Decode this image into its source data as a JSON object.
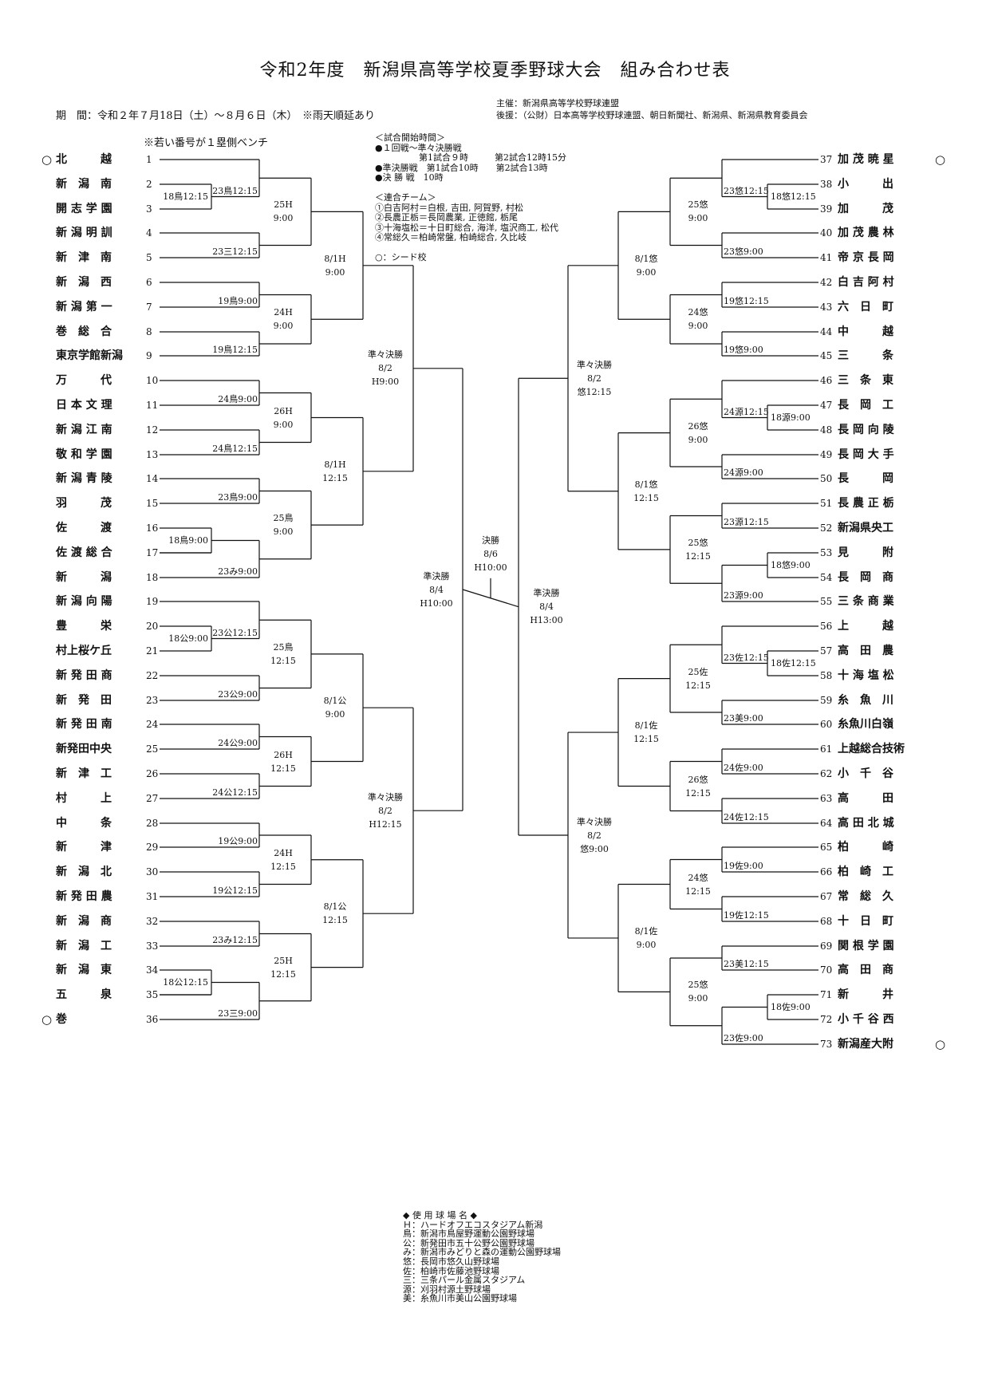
{
  "title": "令和2年度　新潟県高等学校夏季野球大会　組み合わせ表",
  "period": "期　間：令和２年７月18日（土）～８月６日（木）　※雨天順延あり",
  "sponsor": [
    "主催：新潟県高等学校野球連盟",
    "後援：（公財）日本高等学校野球連盟、朝日新聞社、新潟県、新潟県教育委員会"
  ],
  "bench_note": "※若い番号が１塁側ベンチ",
  "time_info": [
    "＜試合開始時間＞",
    "●１回戦～準々決勝戦",
    "　　　　　第1試合９時　　　第2試合12時15分",
    "●準決勝戦　第1試合10時　　第2試合13時",
    "●決 勝 戦　10時",
    "",
    "＜連合チーム＞",
    "①白吉阿村＝白根, 吉田, 阿賀野, 村松",
    "②長農正栃＝長岡農業, 正徳館, 栃尾",
    "③十海塩松＝十日町総合, 海洋, 塩沢商工, 松代",
    "④常総久＝柏崎常盤, 柏崎総合, 久比岐",
    "",
    "○：シード校"
  ],
  "venues": [
    "◆ 使 用 球 場 名 ◆",
    "Ｈ：ハードオフエコスタジアム新潟",
    "鳥：新潟市鳥屋野運動公園野球場",
    "公：新発田市五十公野公園野球場",
    "み：新潟市みどりと森の運動公園野球場",
    "悠：長岡市悠久山野球場",
    "佐：柏崎市佐藤池野球場",
    "三：三条パール金属スタジアム",
    "源：刈羽村源土野球場",
    "美：糸魚川市美山公園野球場"
  ],
  "seed_mark": "○",
  "left_teams": [
    "北　　　越",
    "新　潟　南",
    "開 志 学 園",
    "新 潟 明 訓",
    "新　津　南",
    "新　潟　西",
    "新 潟 第 一",
    "巻　総　合",
    "東京学館新潟",
    "万　　　代",
    "日 本 文 理",
    "新 潟 江 南",
    "敬 和 学 園",
    "新 潟 青 陵",
    "羽　　　茂",
    "佐　　　渡",
    "佐 渡 総 合",
    "新　　　潟",
    "新 潟 向 陽",
    "豊　　　栄",
    "村上桜ケ丘",
    "新 発 田 商",
    "新　発　田",
    "新 発 田 南",
    "新発田中央",
    "新　津　工",
    "村　　　上",
    "中　　　条",
    "新　　　津",
    "新　潟　北",
    "新 発 田 農",
    "新　潟　商",
    "新　潟　工",
    "新　潟　東",
    "五　　　泉",
    "巻"
  ],
  "right_teams": [
    "加 茂 暁 星",
    "小　　　出",
    "加　　　茂",
    "加 茂 農 林",
    "帝 京 長 岡",
    "白 吉 阿 村",
    "六　日　町",
    "中　　　越",
    "三　　　条",
    "三　条　東",
    "長　岡　工",
    "長 岡 向 陵",
    "長 岡 大 手",
    "長　　　岡",
    "長 農 正 栃",
    "新潟県央工",
    "見　　　附",
    "長　岡　商",
    "三 条 商 業",
    "上　　　越",
    "高　田　農",
    "十 海 塩 松",
    "糸　魚　川",
    "糸魚川白嶺",
    "上越総合技術",
    "小　千　谷",
    "高　　　田",
    "高 田 北 城",
    "柏　　　崎",
    "柏　崎　工",
    "常　総　久",
    "十　日　町",
    "関 根 学 園",
    "高　田　商",
    "新　　　井",
    "小 千 谷 西",
    "新潟産大附"
  ],
  "games": {
    "L_r1": [
      "18鳥12:15",
      "18鳥9:00",
      "18公9:00",
      "18公12:15"
    ],
    "L_r2": [
      "23鳥12:15",
      "23三12:15",
      "19鳥9:00",
      "19鳥12:15",
      "24鳥9:00",
      "24鳥12:15",
      "23鳥9:00",
      "23み9:00",
      "23公12:15",
      "23公9:00",
      "24公9:00",
      "24公12:15",
      "19公9:00",
      "19公12:15",
      "23み12:15",
      "23三9:00"
    ],
    "L_r3": [
      "25H\n9:00",
      "24H\n9:00",
      "26H\n9:00",
      "25鳥\n9:00",
      "25鳥\n12:15",
      "26H\n12:15",
      "24H\n12:15",
      "25H\n12:15"
    ],
    "L_r4": [
      "8/1H\n9:00",
      "8/1H\n12:15",
      "8/1公\n9:00",
      "8/1公\n12:15"
    ],
    "L_qf": [
      "準々決勝\n8/2\nH9:00",
      "準々決勝\n8/2\nH12:15"
    ],
    "L_sf": "準決勝\n8/4\nH10:00",
    "final": "決勝\n8/6\nH10:00",
    "R_sf": "準決勝\n8/4\nH13:00",
    "R_qf": [
      "準々決勝\n8/2\n悠12:15",
      "準々決勝\n8/2\n悠9:00"
    ],
    "R_r4": [
      "8/1悠\n9:00",
      "8/1悠\n12:15",
      "8/1佐\n12:15",
      "8/1佐\n9:00"
    ],
    "R_r3": [
      "25悠\n9:00",
      "24悠\n9:00",
      "26悠\n9:00",
      "25悠\n12:15",
      "25佐\n12:15",
      "26悠\n12:15",
      "24悠\n12:15",
      "25悠\n9:00"
    ],
    "R_r2": [
      "23悠12:15",
      "23悠9:00",
      "19悠12:15",
      "19悠9:00",
      "24源12:15",
      "24源9:00",
      "23源12:15",
      "23源9:00",
      "23佐12:15",
      "23美9:00",
      "24佐9:00",
      "24佐12:15",
      "19佐9:00",
      "19佐12:15",
      "23美12:15",
      "23佐9:00"
    ],
    "R_r1": [
      "18悠12:15",
      "18源9:00",
      "18悠9:00",
      "18佐12:15",
      "18佐9:00"
    ]
  }
}
